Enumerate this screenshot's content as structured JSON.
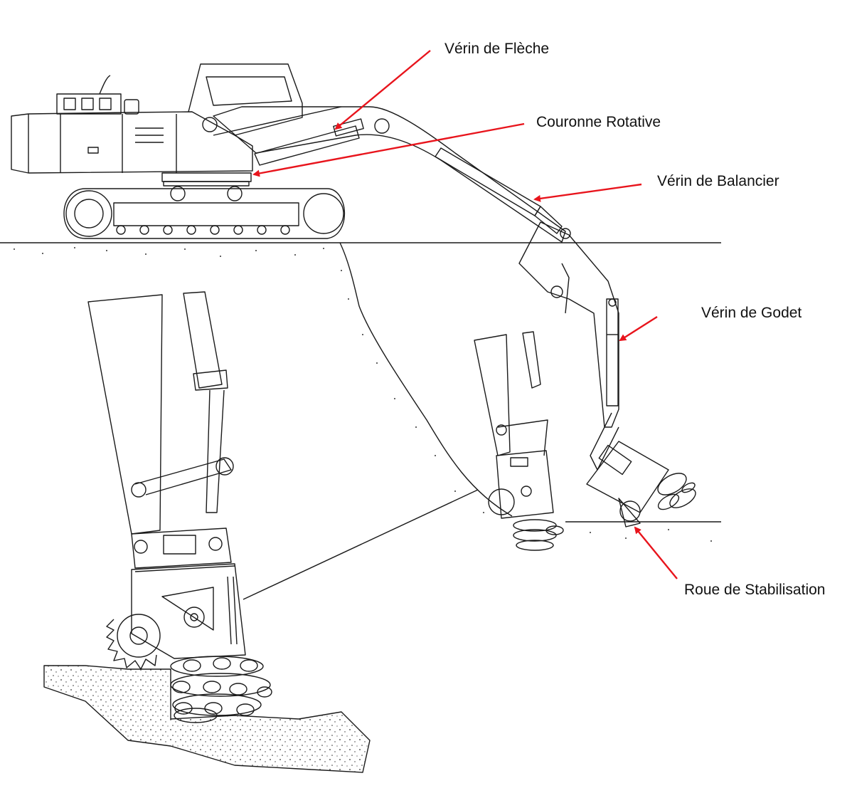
{
  "labels": {
    "boom_cylinder": "Vérin de Flèche",
    "slewing_ring": "Couronne Rotative",
    "stick_cylinder": "Vérin de Balancier",
    "bucket_cylinder": "Vérin de Godet",
    "stabilizer_wheel": "Roue de Stabilisation"
  },
  "colors": {
    "line": "#1a1a1a",
    "arrow": "#e8141c",
    "background": "#ffffff",
    "rock_dots": "#333333"
  }
}
